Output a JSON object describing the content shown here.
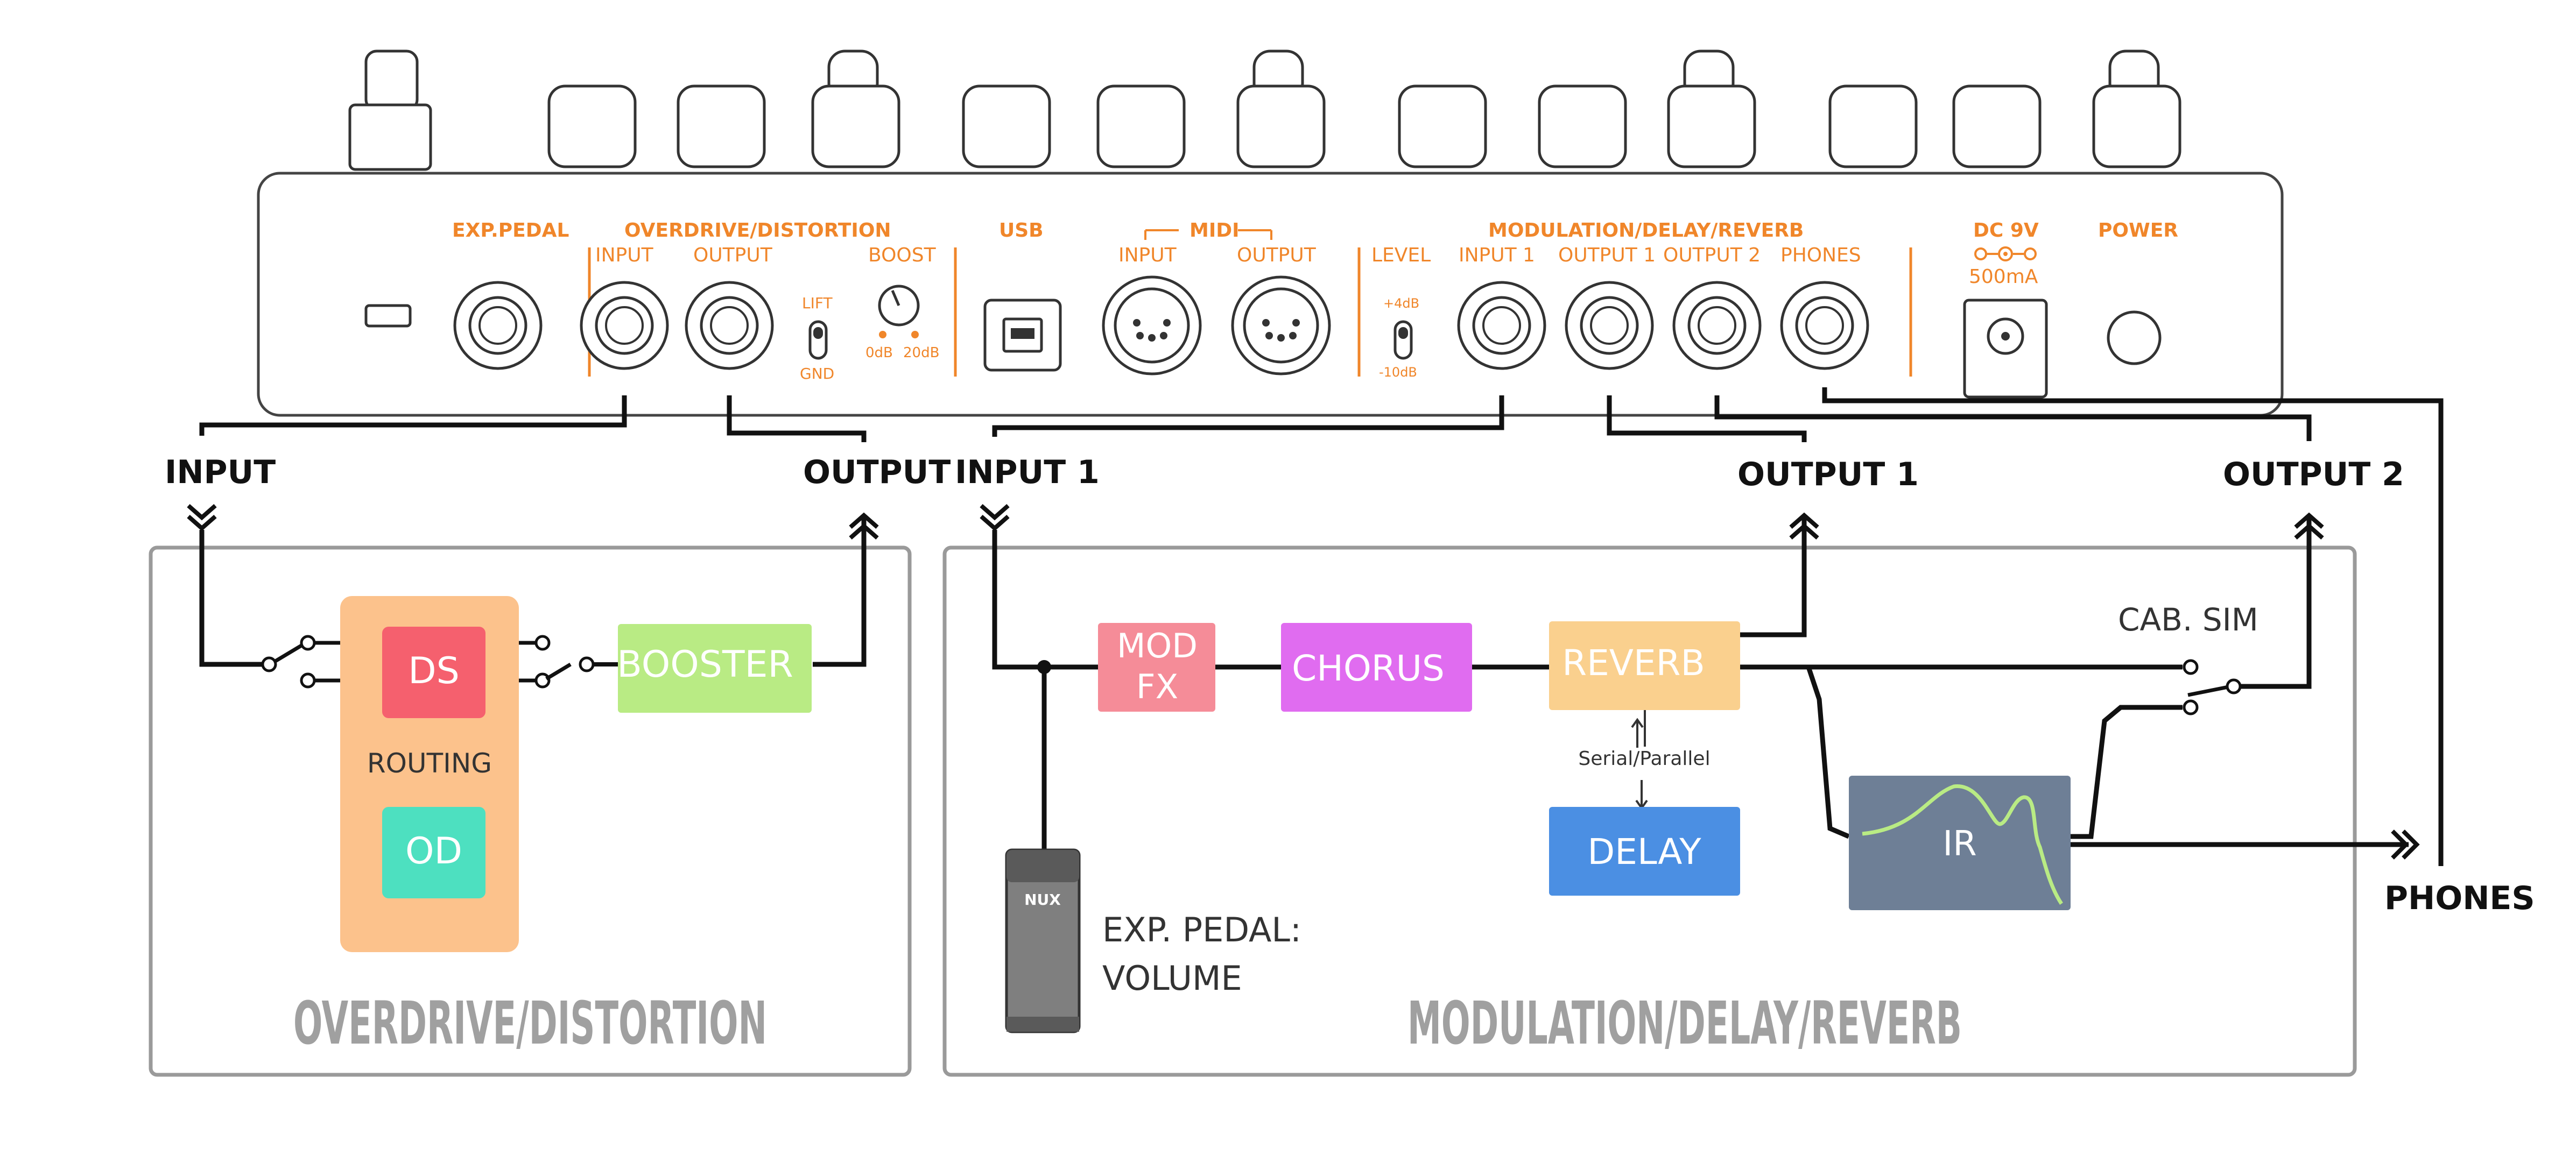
{
  "panel": {
    "exp_pedal": "EXP.PEDAL",
    "od_section": "OVERDRIVE/DISTORTION",
    "od_input": "INPUT",
    "od_output": "OUTPUT",
    "boost": "BOOST",
    "lift": "LIFT",
    "gnd": "GND",
    "db0": "0dB",
    "db20": "20dB",
    "usb": "USB",
    "midi": "MIDI",
    "midi_input": "INPUT",
    "midi_output": "OUTPUT",
    "mdr_section": "MODULATION/DELAY/REVERB",
    "level": "LEVEL",
    "plus4": "+4dB",
    "minus10": "-10dB",
    "input1": "INPUT 1",
    "output1": "OUTPUT 1",
    "output2": "OUTPUT 2",
    "phones": "PHONES",
    "dc": "DC 9V",
    "ma": "500mA",
    "power": "POWER"
  },
  "labels": {
    "input": "INPUT",
    "output": "OUTPUT",
    "input1": "INPUT 1",
    "output1": "OUTPUT 1",
    "output2": "OUTPUT 2",
    "phones": "PHONES",
    "cab_sim": "CAB. SIM"
  },
  "blocks": {
    "ds": "DS",
    "routing": "ROUTING",
    "od": "OD",
    "booster": "BOOSTER",
    "mod_fx_1": "MOD",
    "mod_fx_2": "FX",
    "chorus": "CHORUS",
    "reverb": "REVERB",
    "serial_parallel": "Serial/Parallel",
    "delay": "DELAY",
    "ir": "IR",
    "exp_volume_1": "EXP. PEDAL:",
    "exp_volume_2": "VOLUME",
    "pedal_logo": "NUX"
  },
  "sections": {
    "od_title": "OVERDRIVE/DISTORTION",
    "mdr_title": "MODULATION/DELAY/REVERB"
  },
  "colors": {
    "ds": "#f5606e",
    "od": "#4de0c0",
    "routing": "#fcc28c",
    "booster": "#b9eb84",
    "mod_fx": "#f58c98",
    "chorus": "#e06cf0",
    "reverb": "#fad08e",
    "delay": "#4b8fe3",
    "ir": "#6e7f96",
    "panel_label": "#f0862a"
  }
}
